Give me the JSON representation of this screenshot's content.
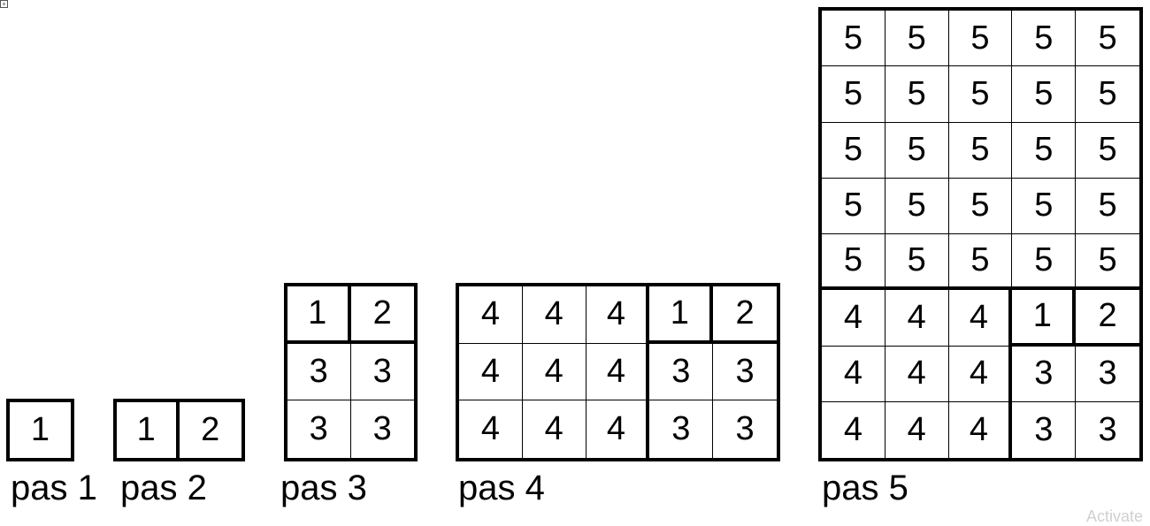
{
  "steps": [
    {
      "label": "pas 1",
      "grid": [
        [
          "1"
        ]
      ]
    },
    {
      "label": "pas 2",
      "grid": [
        [
          "1",
          "2"
        ]
      ]
    },
    {
      "label": "pas 3",
      "grid": [
        [
          "1",
          "2"
        ],
        [
          "3",
          "3"
        ],
        [
          "3",
          "3"
        ]
      ]
    },
    {
      "label": "pas 4",
      "grid": [
        [
          "4",
          "4",
          "4",
          "1",
          "2"
        ],
        [
          "4",
          "4",
          "4",
          "3",
          "3"
        ],
        [
          "4",
          "4",
          "4",
          "3",
          "3"
        ]
      ]
    },
    {
      "label": "pas 5",
      "grid": [
        [
          "5",
          "5",
          "5",
          "5",
          "5"
        ],
        [
          "5",
          "5",
          "5",
          "5",
          "5"
        ],
        [
          "5",
          "5",
          "5",
          "5",
          "5"
        ],
        [
          "5",
          "5",
          "5",
          "5",
          "5"
        ],
        [
          "5",
          "5",
          "5",
          "5",
          "5"
        ],
        [
          "4",
          "4",
          "4",
          "1",
          "2"
        ],
        [
          "4",
          "4",
          "4",
          "3",
          "3"
        ],
        [
          "4",
          "4",
          "4",
          "3",
          "3"
        ]
      ]
    }
  ],
  "table_handle_icon": "move-handle-icon",
  "watermark_text": "Activate"
}
